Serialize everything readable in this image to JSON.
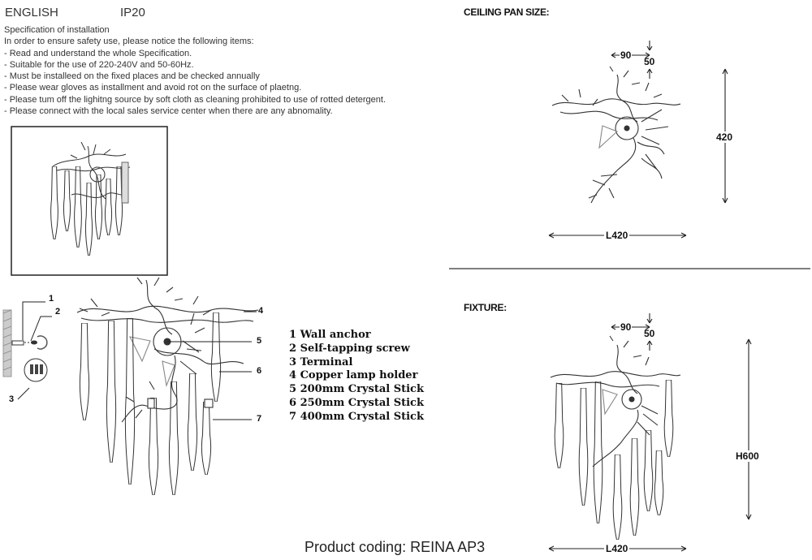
{
  "header": {
    "language": "ENGLISH",
    "ip_rating": "IP20"
  },
  "spec": {
    "title": "Specification of installation",
    "lines": [
      "In order to ensure safety use, please notice the following items:",
      "- Read and understand the whole Specification.",
      "- Suitable for the use of 220-240V and 50-60Hz.",
      "- Must be installeed on the fixed places and be checked annually",
      "- Please wear gloves as installment and avoid rot on the surface of plaetng.",
      "- Please tum off the lighitng source by soft cloth as cleaning prohibited to use of rotted detergent.",
      "- Please connect with the local sales service center when there are any abnomality."
    ]
  },
  "ceiling_pan": {
    "title": "CEILING PAN SIZE:",
    "dim_width": "90",
    "dim_depth": "50",
    "dim_height": "420",
    "dim_length": "L420"
  },
  "fixture": {
    "title": "FIXTURE:",
    "dim_width": "90",
    "dim_depth": "50",
    "dim_height": "H600",
    "dim_length": "L420"
  },
  "callouts": [
    "1",
    "2",
    "3",
    "4",
    "5",
    "6",
    "7"
  ],
  "parts": [
    "1 Wall anchor",
    "2 Self-tapping screw",
    "3 Terminal",
    "4  Copper lamp holder",
    "5 200mm Crystal Stick",
    "6 250mm Crystal Stick",
    "7 400mm Crystal Stick"
  ],
  "product_coding": "Product coding: REINA AP3"
}
